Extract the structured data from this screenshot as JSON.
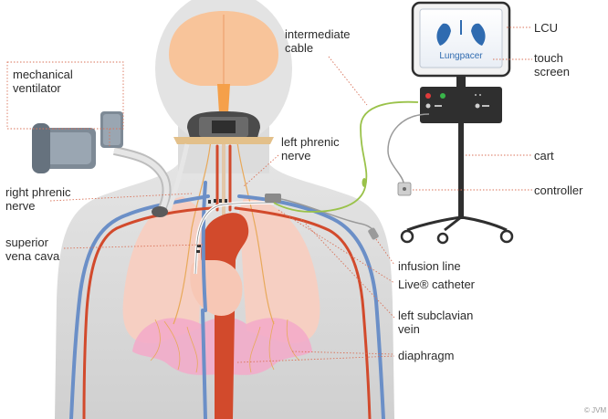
{
  "labels": {
    "mechanical_ventilator_1": "mechanical",
    "mechanical_ventilator_2": "ventilator",
    "intermediate_cable_1": "intermediate",
    "intermediate_cable_2": "cable",
    "lcu": "LCU",
    "touch_screen_1": "touch",
    "touch_screen_2": "screen",
    "left_phrenic_nerve_1": "left phrenic",
    "left_phrenic_nerve_2": "nerve",
    "cart": "cart",
    "controller": "controller",
    "right_phrenic_nerve_1": "right phrenic",
    "right_phrenic_nerve_2": "nerve",
    "superior_vena_cava_1": "superior",
    "superior_vena_cava_2": "vena cava",
    "infusion_line": "infusion line",
    "live_catheter": "Live® catheter",
    "left_subclavian_vein_1": "left subclavian",
    "left_subclavian_vein_2": "vein",
    "diaphragm": "diaphragm"
  },
  "device": {
    "logo_text": "Lungpacer"
  },
  "copyright": "© JVM",
  "colors": {
    "label_text": "#2b2b2b",
    "leader_line": "#d9735a",
    "body_skin": "#d9d9d9",
    "lungs": "#f6cfc2",
    "artery": "#d24a2c",
    "vein": "#6b8fc7",
    "diaphragm": "#f3a9c9",
    "nerve": "#e8a95a",
    "brain": "#f8c49a",
    "cable_green": "#9ac24a",
    "device_dark": "#2f2f2f"
  }
}
